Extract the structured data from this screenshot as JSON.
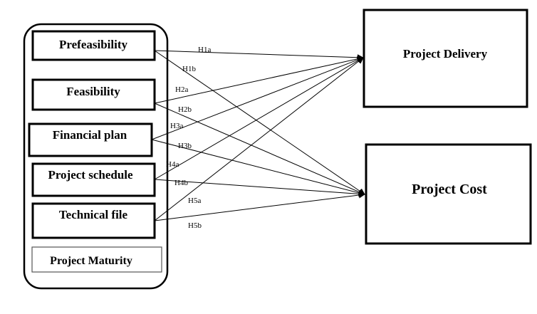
{
  "group": {
    "items": [
      {
        "id": "prefeasibility",
        "label": "Prefeasibility"
      },
      {
        "id": "feasibility",
        "label": "Feasibility"
      },
      {
        "id": "financial-plan",
        "label": "Financial plan"
      },
      {
        "id": "project-schedule",
        "label": "Project schedule"
      },
      {
        "id": "technical-file",
        "label": "Technical file"
      }
    ],
    "footer_label": "Project Maturity"
  },
  "outcomes": {
    "delivery": "Project Delivery",
    "cost": "Project Cost"
  },
  "hypotheses": [
    {
      "label": "H1a",
      "from": "prefeasibility",
      "to": "delivery"
    },
    {
      "label": "H1b",
      "from": "prefeasibility",
      "to": "cost"
    },
    {
      "label": "H2a",
      "from": "feasibility",
      "to": "delivery"
    },
    {
      "label": "H2b",
      "from": "feasibility",
      "to": "cost"
    },
    {
      "label": "H3a",
      "from": "financial-plan",
      "to": "delivery"
    },
    {
      "label": "H3b",
      "from": "financial-plan",
      "to": "cost"
    },
    {
      "label": "H4a",
      "from": "project-schedule",
      "to": "delivery"
    },
    {
      "label": "H4b",
      "from": "project-schedule",
      "to": "cost"
    },
    {
      "label": "H5a",
      "from": "technical-file",
      "to": "delivery"
    },
    {
      "label": "H5b",
      "from": "technical-file",
      "to": "cost"
    }
  ]
}
